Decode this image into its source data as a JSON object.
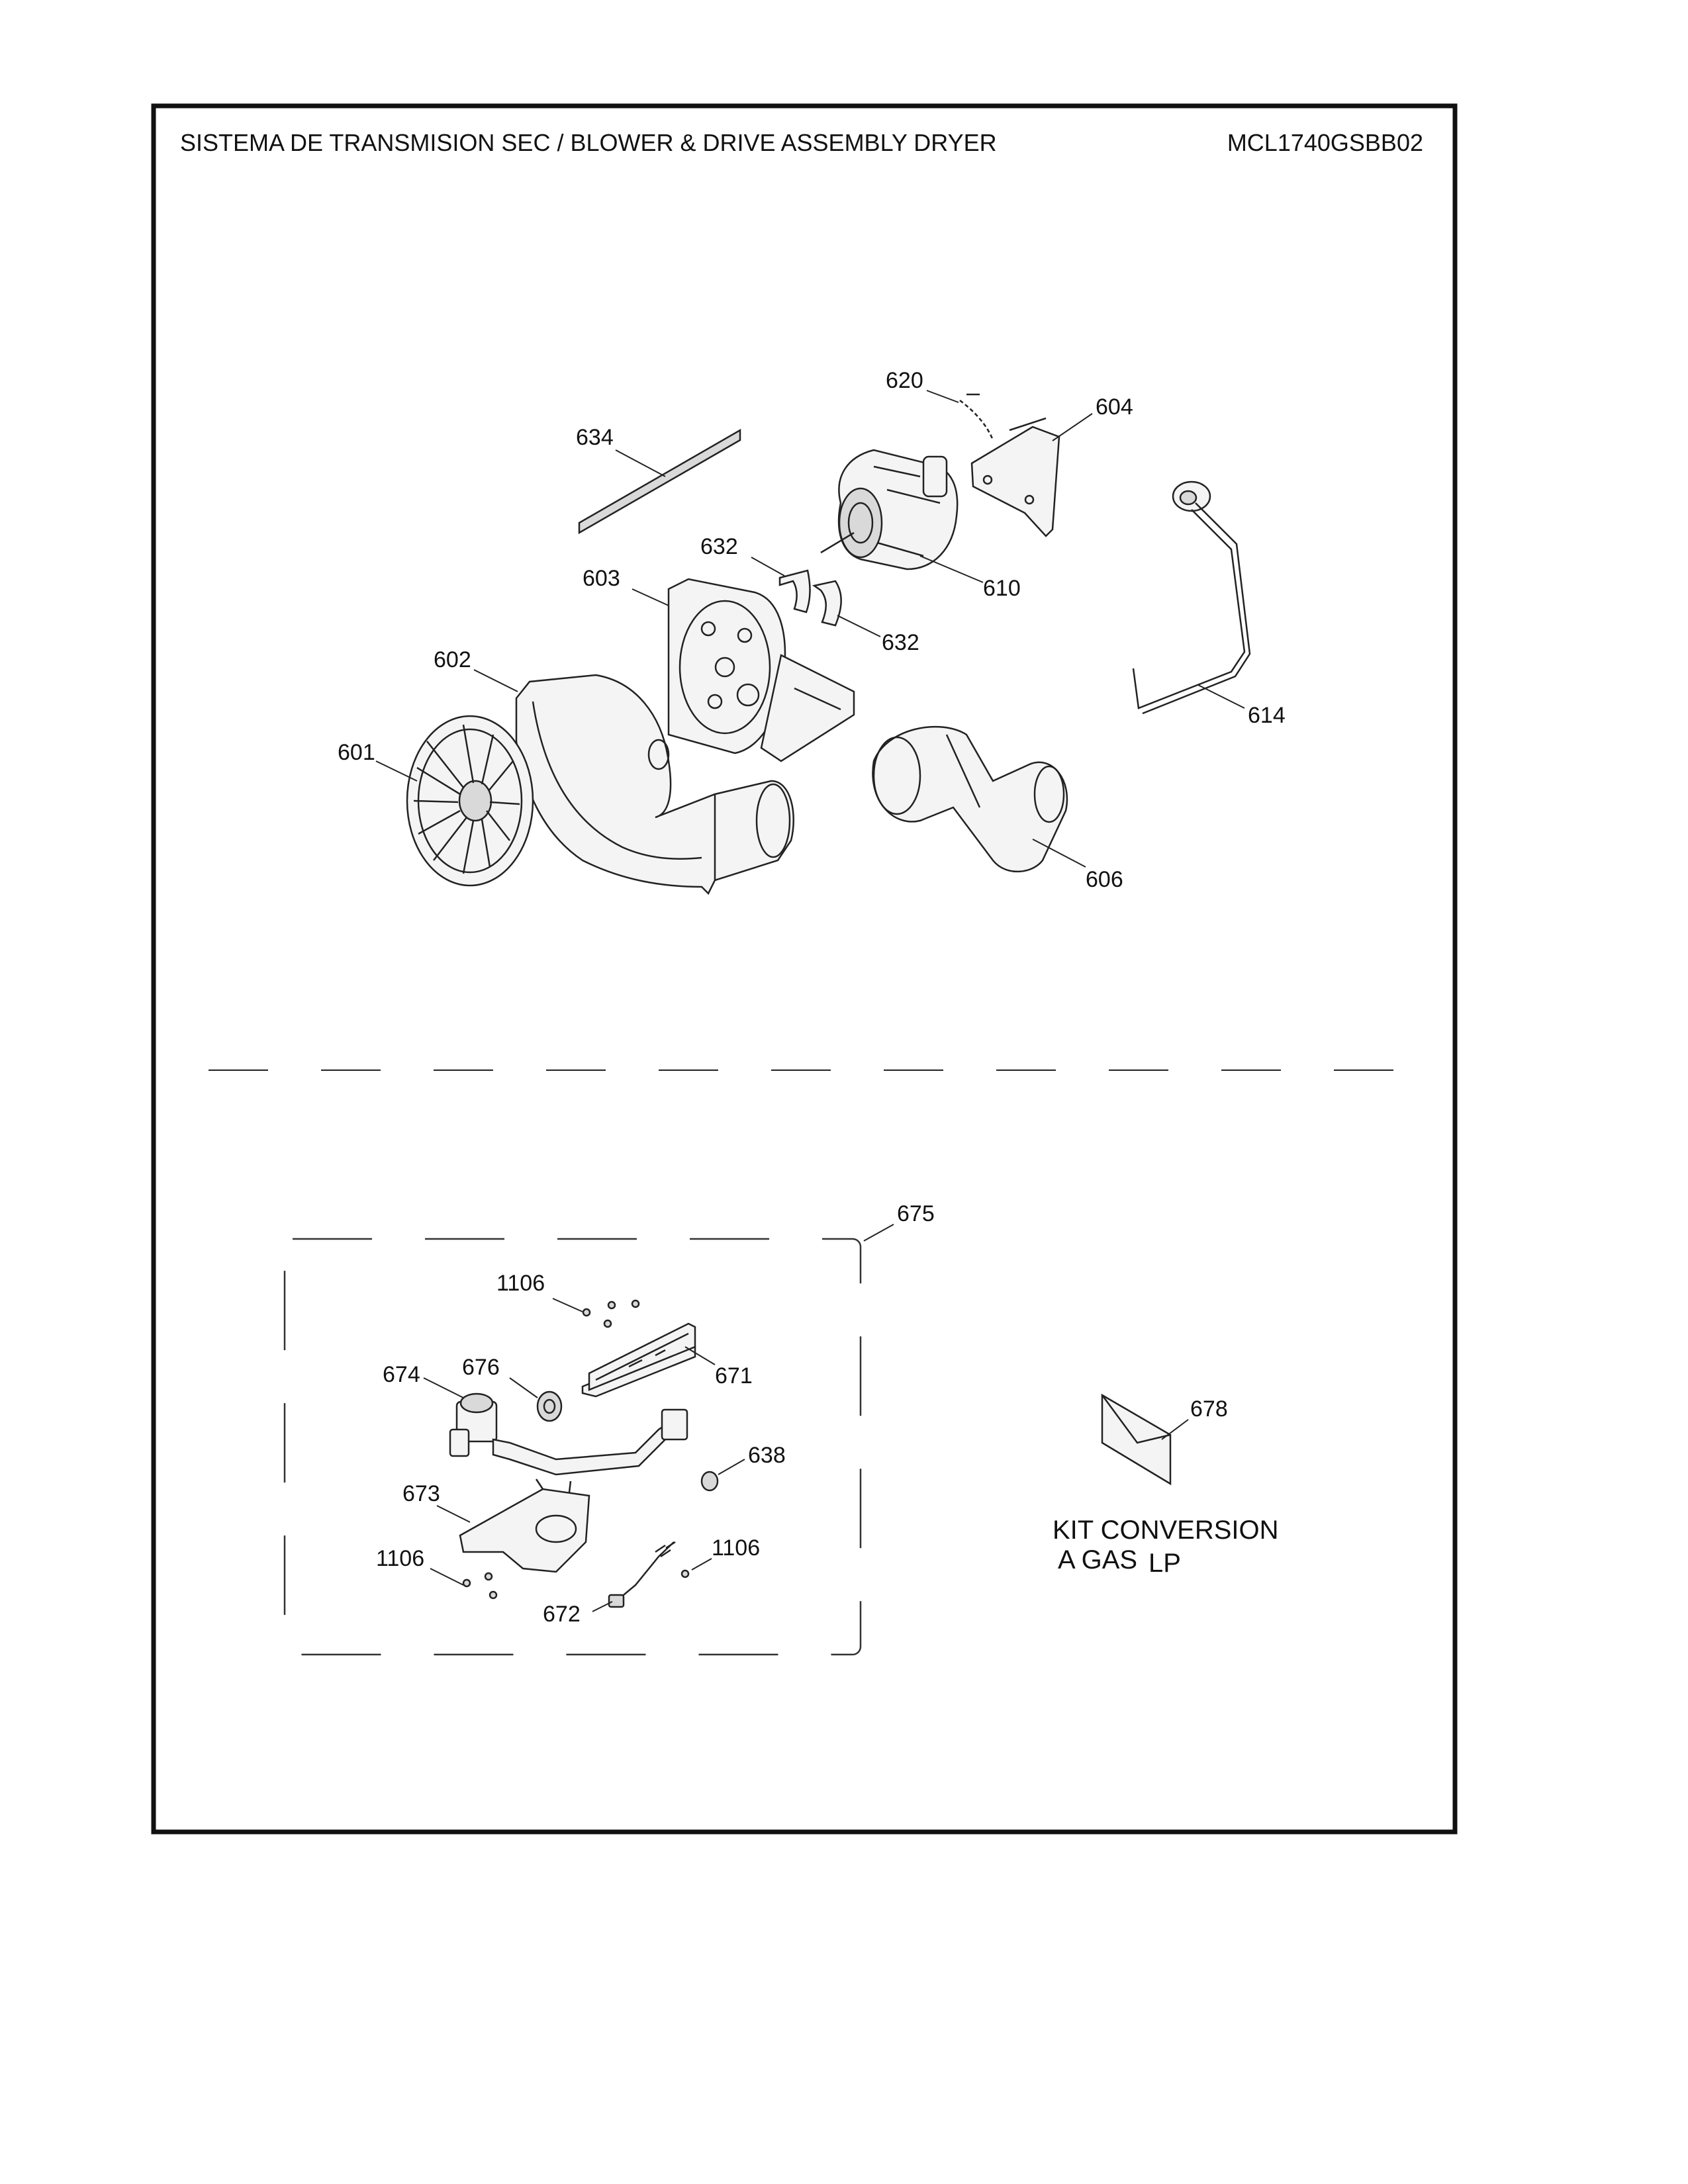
{
  "header": {
    "title": "SISTEMA DE TRANSMISION SEC / BLOWER & DRIVE ASSEMBLY DRYER",
    "model": "MCL1740GSBB02"
  },
  "callouts": {
    "c620": "620",
    "c604": "604",
    "c634": "634",
    "c632a": "632",
    "c603": "603",
    "c610": "610",
    "c632b": "632",
    "c602": "602",
    "c614": "614",
    "c601": "601",
    "c606": "606",
    "c675": "675",
    "c1106a": "1106",
    "c676": "676",
    "c674": "674",
    "c671": "671",
    "c638": "638",
    "c673": "673",
    "c1106b": "1106",
    "c1106c": "1106",
    "c672": "672",
    "c678": "678"
  },
  "kit": {
    "line1": "KIT CONVERSION",
    "line2a": "A GAS",
    "line2b": "LP"
  }
}
